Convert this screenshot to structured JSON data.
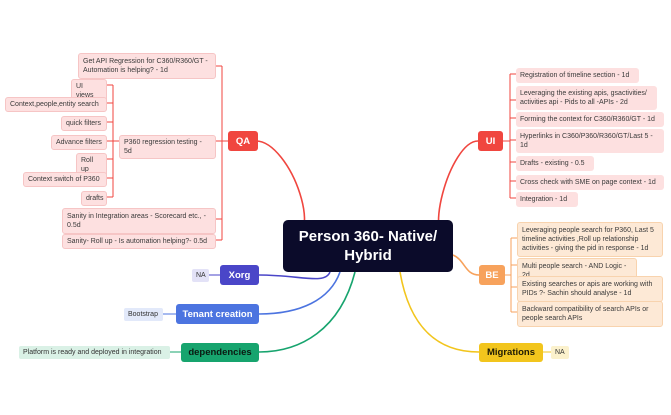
{
  "central": {
    "title": "Person 360- Native/ Hybrid"
  },
  "qa": {
    "label": "QA",
    "items": [
      "Get API Regression for C360/R360/GT - Automation is helping? - 1d",
      "P360 regression testing - 5d",
      "Sanity in Integration areas - Scorecard etc., - 0.5d",
      "Sanity- Roll up - Is automation helping?- 0.5d"
    ],
    "regression_subitems": [
      "UI views",
      "Context,people,entity search",
      "quick filters",
      "Advance filters",
      "Roll up",
      "Context switch of P360",
      "drafts"
    ]
  },
  "ui": {
    "label": "UI",
    "items": [
      "Registration of timeline section - 1d",
      "Leveraging the existing apis, gsactivities/ activities api - Pids to all -APIs - 2d",
      "Forming the context for C360/R360/GT - 1d",
      "Hyperlinks in C360/P360/R360/GT/Last 5 - 1d",
      "Drafts - existing - 0.5",
      "Cross check with SME on page context - 1d",
      "Integration - 1d"
    ]
  },
  "be": {
    "label": "BE",
    "items": [
      "Leveraging people search for P360, Last 5 timeline activities ,Roll up relationship activities - giving the pid in response  - 1d",
      "Multi people search - AND Logic - 2d",
      "Existing searches or apis are working with PIDs ?- Sachin should analyse - 1d",
      "Backward compatibility of search APIs or people search APIs"
    ]
  },
  "xorg": {
    "label": "Xorg",
    "note": "NA"
  },
  "tenant": {
    "label": "Tenant creation",
    "note": "Bootstrap"
  },
  "dependencies": {
    "label": "dependencies",
    "note": "Platform is ready and deployed in integration"
  },
  "migrations": {
    "label": "Migrations",
    "note": "NA"
  },
  "colors": {
    "qa": "#f0463f",
    "ui": "#f0463f",
    "be": "#f7a25c",
    "xorg": "#4a46c8",
    "tenant": "#4c74e0",
    "dependencies": "#17a46e",
    "migrations": "#f2c51d",
    "central": "#0b0b2a"
  }
}
